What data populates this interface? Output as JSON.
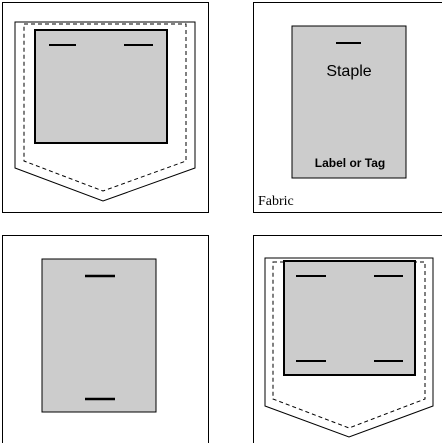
{
  "panels": {
    "top_left": {
      "description_visible": false
    },
    "top_right": {
      "staple_label": "Staple",
      "tag_label": "Label or Tag",
      "fabric_label": "Fabric"
    }
  },
  "colors": {
    "tag_fill": "#cccccc",
    "outline": "#000000",
    "background": "#ffffff"
  }
}
